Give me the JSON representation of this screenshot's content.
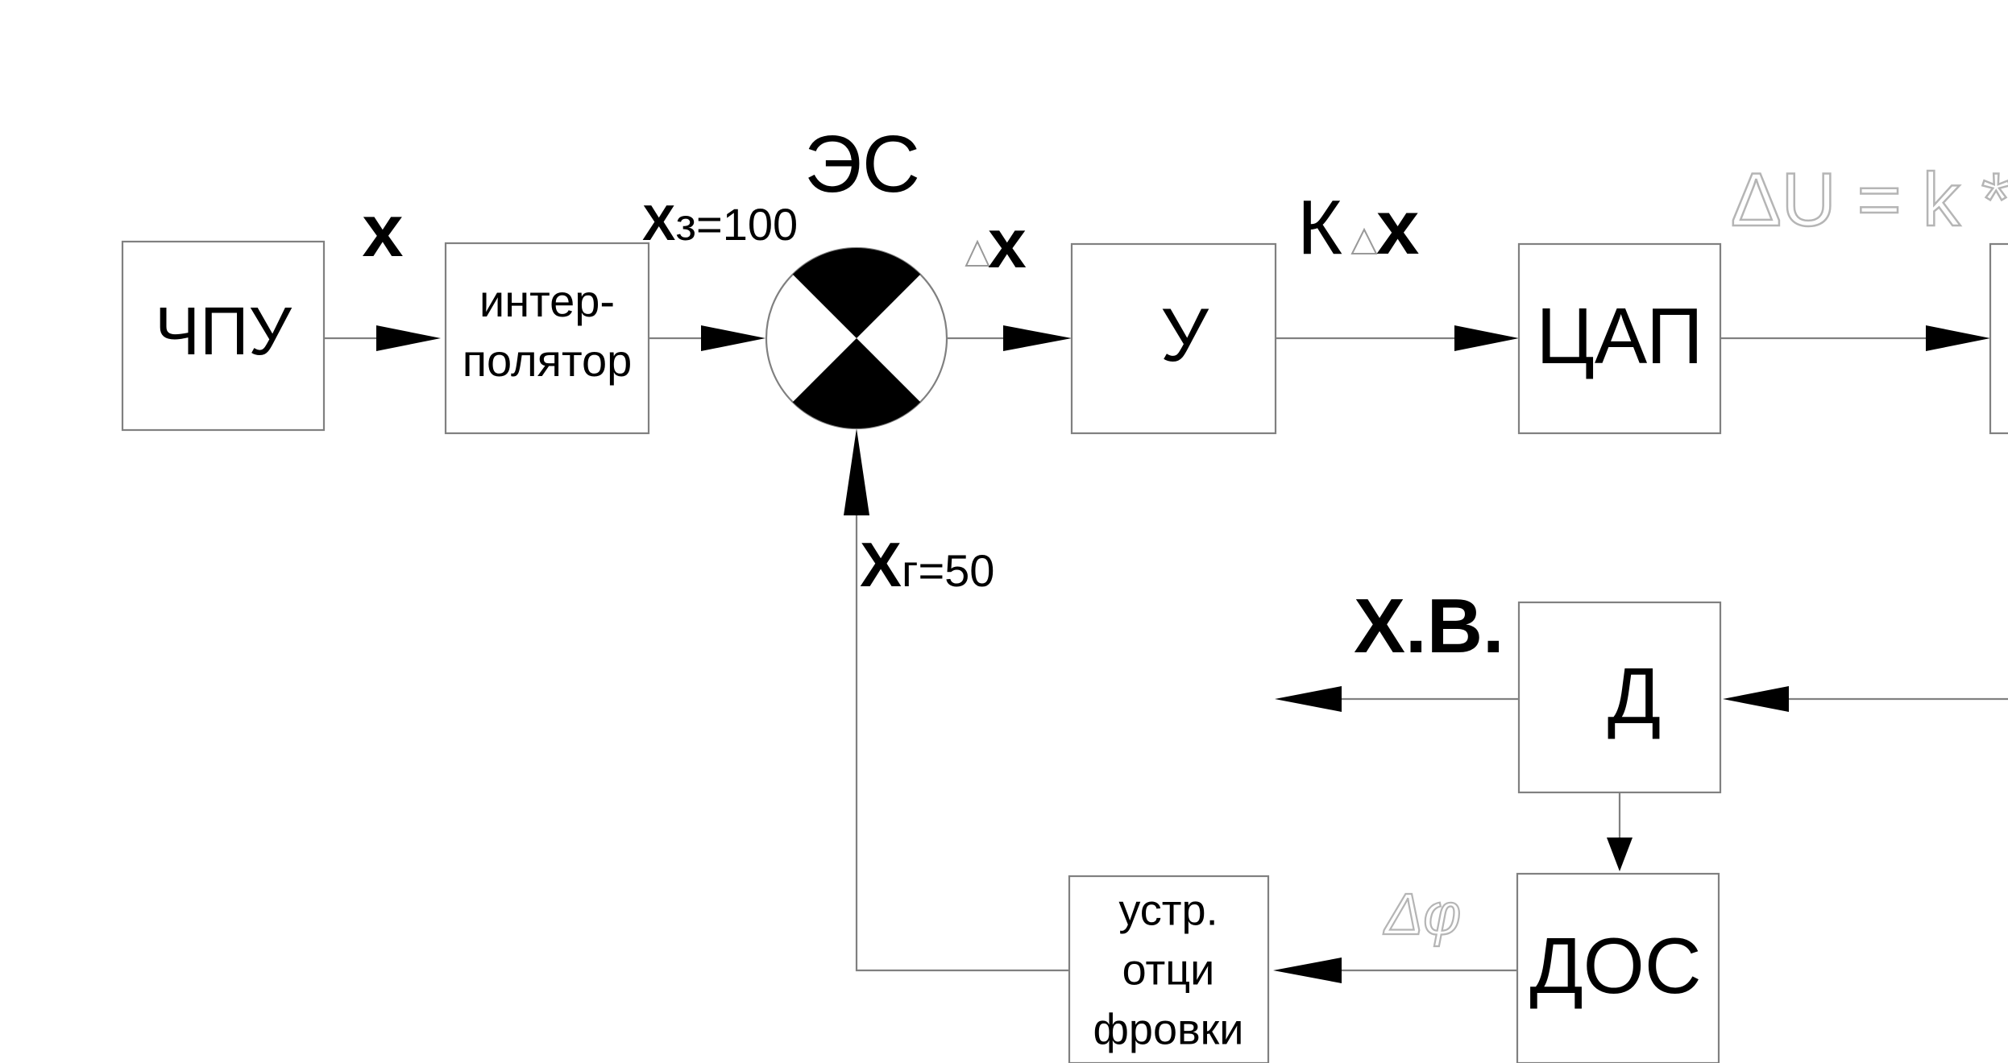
{
  "blocks": {
    "cnc": "ЧПУ",
    "interp_line1": "интер-",
    "interp_line2": "полятор",
    "comparator": "ЭС",
    "amplifier": "У",
    "dac": "ЦАП",
    "sensor": "Д",
    "feedback_sensor": "ДОС",
    "decoder_line1": "устр.",
    "decoder_line2": "отци",
    "decoder_line3": "фровки"
  },
  "labels": {
    "x_input": "x",
    "x_set_main": "X",
    "x_set_sub": "з=100",
    "delta_x": "x",
    "k_delta_x_k": "К",
    "k_delta_x_x": "x",
    "x_fb_main": "X",
    "x_fb_sub": "г=50",
    "xv": "Х.В.",
    "delta_u_formula": "ΔU = k *",
    "delta_phi": "Δφ"
  }
}
